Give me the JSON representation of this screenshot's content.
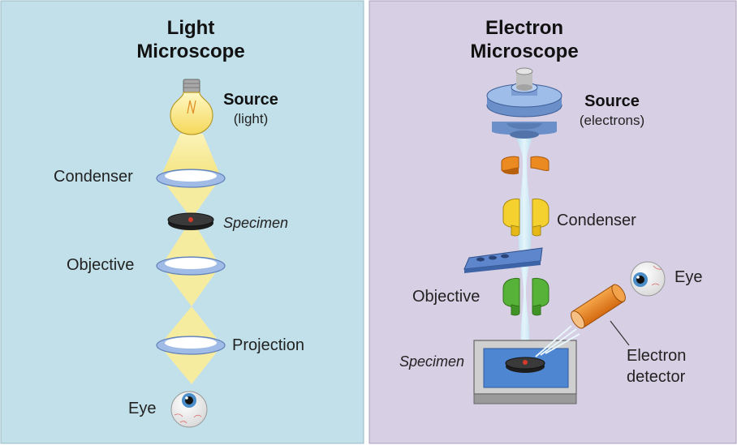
{
  "light": {
    "title_line1": "Light",
    "title_line2": "Microscope",
    "source": "Source",
    "source_sub": "(light)",
    "condenser": "Condenser",
    "specimen": "Specimen",
    "objective": "Objective",
    "projection": "Projection",
    "eye": "Eye"
  },
  "electron": {
    "title_line1": "Electron",
    "title_line2": "Microscope",
    "source": "Source",
    "source_sub": "(electrons)",
    "condenser": "Condenser",
    "objective": "Objective",
    "specimen": "Specimen",
    "eye": "Eye",
    "detector_line1": "Electron",
    "detector_line2": "detector"
  },
  "colors": {
    "light_panel_bg": "#c2e0ea",
    "electron_panel_bg": "#d7cfe3",
    "light_beam": "#f7eda0",
    "electron_beam": "#bfe4f2",
    "lens_blue": "#9fbbe6",
    "condenser_yellow": "#f5d130",
    "objective_green": "#57b23a",
    "aperture_orange": "#ec8a22",
    "detector_orange": "#ec8524"
  }
}
